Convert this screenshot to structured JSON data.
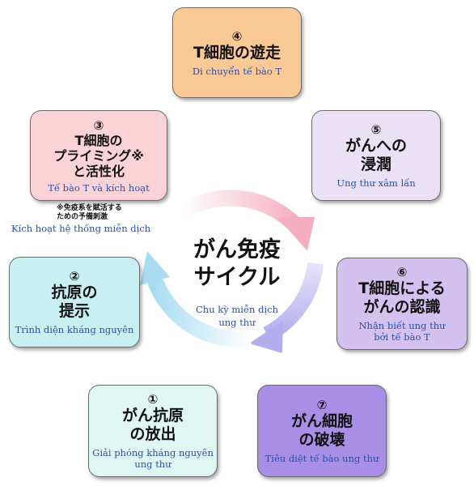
{
  "title_jp": "がん免疫\nサイクル",
  "title_vn": "Chu kỳ miễn dịch\nung thư",
  "steps": [
    {
      "num": "①",
      "jp": "がん抗原\nの放出",
      "vn": "Giải phóng kháng nguyên\nung thư",
      "color": "#e0f6f3"
    },
    {
      "num": "②",
      "jp": "抗原の\n提示",
      "vn": "Trình diện kháng nguyên",
      "color": "#c8f0f3"
    },
    {
      "num": "③",
      "jp": "T細胞の\nプライミング※\nと活性化",
      "vn": "Tế bào T và kích hoạt",
      "color": "#fbd3d6"
    },
    {
      "num": "④",
      "jp": "T細胞の遊走",
      "vn": "Di chuyển tế bào T",
      "color": "#fac996"
    },
    {
      "num": "⑤",
      "jp": "がんへの\n浸潤",
      "vn": "Ung thư xâm lấn",
      "color": "#ebe1f6"
    },
    {
      "num": "⑥",
      "jp": "T細胞による\nがんの認識",
      "vn": "Nhận biết ung thư\nbởi tế bào T",
      "color": "#d3c1ef"
    },
    {
      "num": "⑦",
      "jp": "がん細胞\nの破壊",
      "vn": "Tiêu diệt tế bào ung thư",
      "color": "#a88ee4"
    }
  ],
  "note": {
    "jp": "※免疫系を賦活する\nための予備刺激",
    "vn": "Kích hoạt hệ thống miễn dịch"
  },
  "ring_colors": {
    "pink": "#f4aec0",
    "lavender": "#c0bcf0",
    "lightblue": "#bde3f6"
  }
}
